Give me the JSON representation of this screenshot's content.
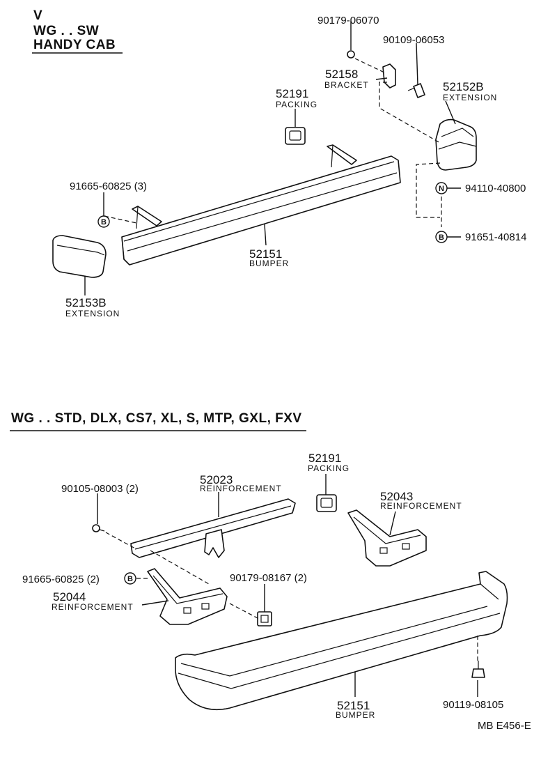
{
  "sections": [
    {
      "lines": [
        "V",
        "WG . . SW",
        "HANDY  CAB"
      ]
    },
    {
      "lines": [
        "WG . . STD, DLX, CS7, XL, S, MTP, GXL, FXV"
      ]
    }
  ],
  "parts": {
    "p_90179_06070": "90179-06070",
    "p_90109_06053": "90109-06053",
    "p_52158": "52158",
    "p_52158_name": "BRACKET",
    "p_52191_a": "52191",
    "p_52191_a_name": "PACKING",
    "p_52152b": "52152B",
    "p_52152b_name": "EXTENSION",
    "p_91665_a": "91665-60825  (3)",
    "p_94110": "94110-40800",
    "p_91651": "91651-40814",
    "p_52151_a": "52151",
    "p_52151_a_name": "BUMPER",
    "p_52153b": "52153B",
    "p_52153b_name": "EXTENSION",
    "p_52191_b": "52191",
    "p_52191_b_name": "PACKING",
    "p_52023": "52023",
    "p_52023_name": "REINFORCEMENT",
    "p_90105": "90105-08003  (2)",
    "p_52043": "52043",
    "p_52043_name": "REINFORCEMENT",
    "p_91665_b": "91665-60825  (2)",
    "p_90179_08167": "90179-08167  (2)",
    "p_52044": "52044",
    "p_52044_name": "REINFORCEMENT",
    "p_52151_b": "52151",
    "p_52151_b_name": "BUMPER",
    "p_90119": "90119-08105"
  },
  "symbols": {
    "b": "B",
    "n": "N"
  },
  "footer": {
    "code": "MB  E456-E"
  }
}
